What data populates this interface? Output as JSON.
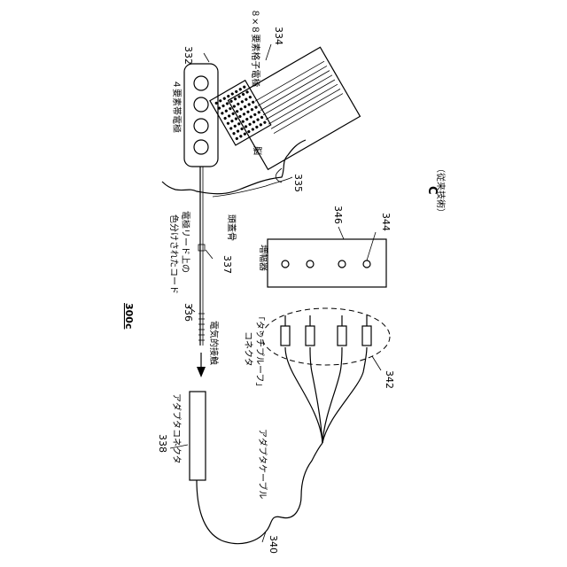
{
  "figure": {
    "title": "300c",
    "panel_letter": "C",
    "panel_caption": "（従来技術）"
  },
  "labels": {
    "ref_332": "332",
    "ref_334": "334",
    "ref_335": "335",
    "ref_336": "336",
    "ref_337": "337",
    "ref_338": "338",
    "ref_340": "340",
    "ref_342": "342",
    "ref_344": "344",
    "ref_346": "346",
    "strip_electrode": "４要素帯電極",
    "grid_electrode": "８×８要素格子電極",
    "brain": "脳",
    "skull": "頭蓋骨",
    "colored_code_line1": "電極リード上の",
    "colored_code_line2": "色分けされたコード",
    "electrical_contact": "電気的接触",
    "adapter_connector": "アダプタコネクタ",
    "adapter_cable": "アダプタケーブル",
    "touchproof_line1": "「タッチプルーフ」",
    "touchproof_line2": "コネクタ",
    "amplifier": "増幅器"
  }
}
